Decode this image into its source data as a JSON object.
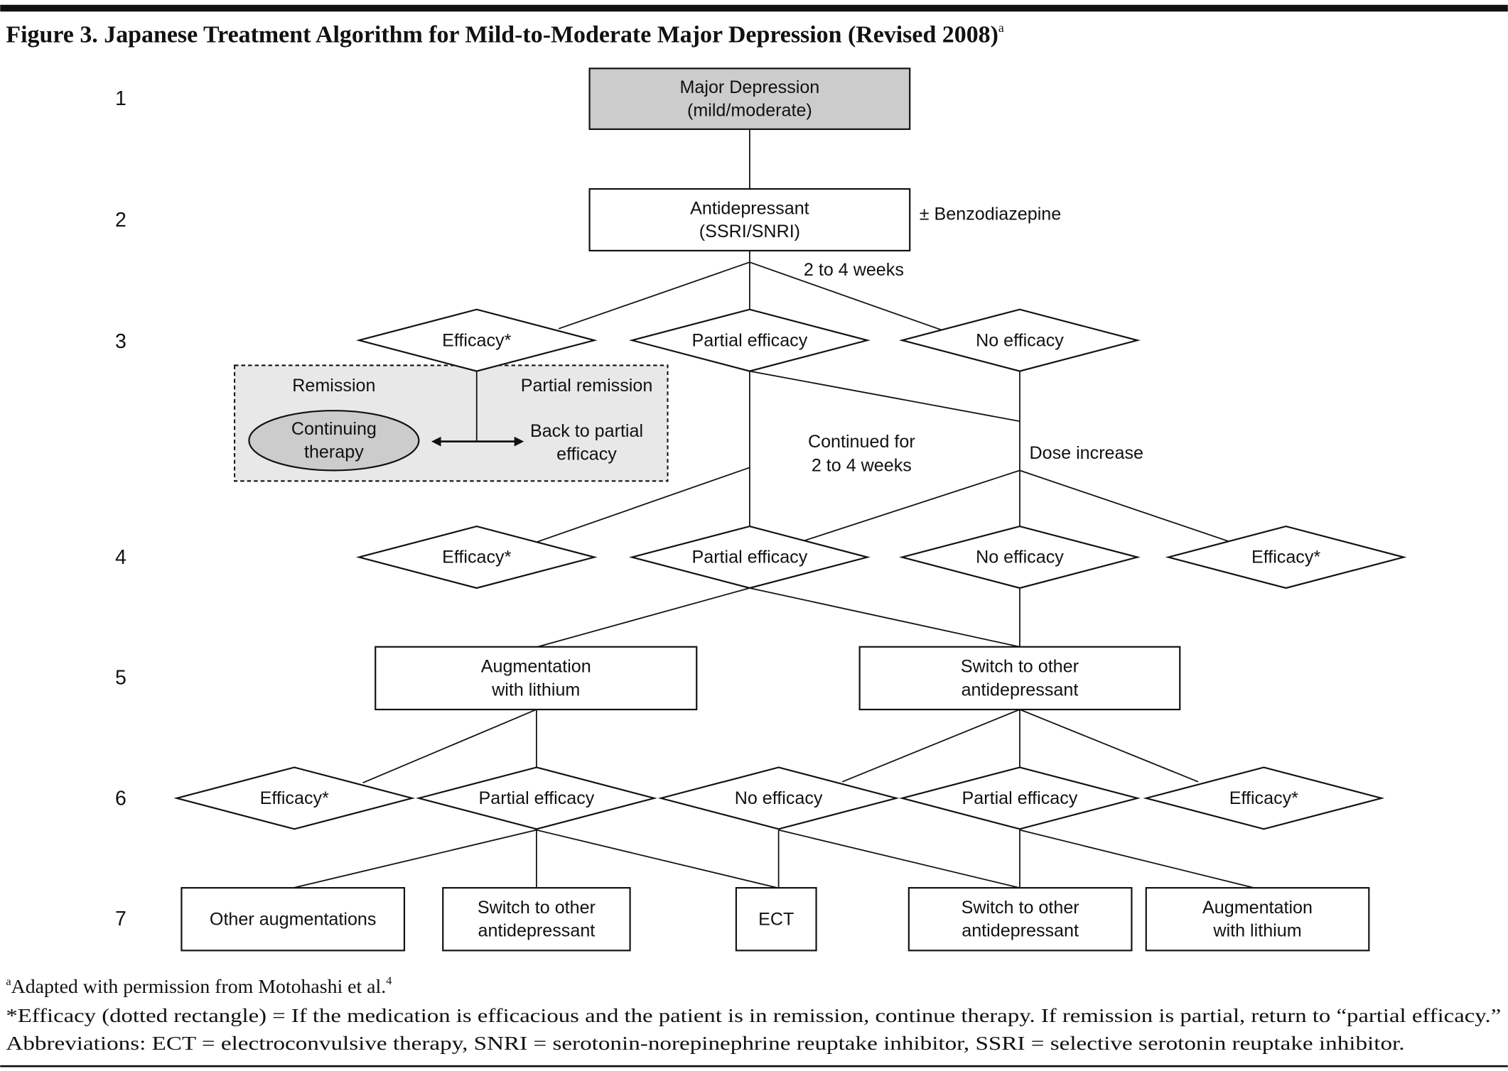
{
  "figure": {
    "title": "Figure 3. Japanese Treatment Algorithm for Mild-to-Moderate Major Depression (Revised 2008)",
    "title_sup": "a"
  },
  "row_labels": [
    "1",
    "2",
    "3",
    "4",
    "5",
    "6",
    "7"
  ],
  "nodes": {
    "major_depression": [
      "Major Depression",
      "(mild/moderate)"
    ],
    "antidepressant": [
      "Antidepressant",
      "(SSRI/SNRI)"
    ],
    "benzodiazepine_note": "± Benzodiazepine",
    "weeks_note": "2 to 4 weeks",
    "row3": [
      "Efficacy*",
      "Partial efficacy",
      "No efficacy"
    ],
    "remission_box": {
      "remission": "Remission",
      "partial_remission": "Partial remission",
      "continuing": [
        "Continuing",
        "therapy"
      ],
      "back_to_partial": [
        "Back to partial",
        "efficacy"
      ]
    },
    "continued_note": [
      "Continued for",
      "2 to 4 weeks"
    ],
    "dose_increase": "Dose increase",
    "row4": [
      "Efficacy*",
      "Partial efficacy",
      "No efficacy",
      "Efficacy*"
    ],
    "row5": [
      [
        "Augmentation",
        "with lithium"
      ],
      [
        "Switch to other",
        "antidepressant"
      ]
    ],
    "row6": [
      "Efficacy*",
      "Partial efficacy",
      "No efficacy",
      "Partial efficacy",
      "Efficacy*"
    ],
    "row7": [
      [
        "Other augmentations"
      ],
      [
        "Switch to other",
        "antidepressant"
      ],
      [
        "ECT"
      ],
      [
        "Switch to other",
        "antidepressant"
      ],
      [
        "Augmentation",
        "with lithium"
      ]
    ]
  },
  "footnotes": {
    "a_sup": "a",
    "a_text": "Adapted with permission from Motohashi et al.",
    "a_ref": "4",
    "efficacy": "*Efficacy (dotted rectangle) = If the medication is efficacious and the patient is in remission, continue therapy. If remission is partial, return to “partial efficacy.”",
    "abbreviations": "Abbreviations: ECT = electroconvulsive therapy, SNRI = serotonin-norepinephrine reuptake inhibitor, SSRI = selective serotonin reuptake inhibitor."
  },
  "colors": {
    "start_fill": "#cccccc",
    "remission_fill": "#e8e8e8",
    "continuing_fill": "#cccccc",
    "line": "#111111"
  }
}
